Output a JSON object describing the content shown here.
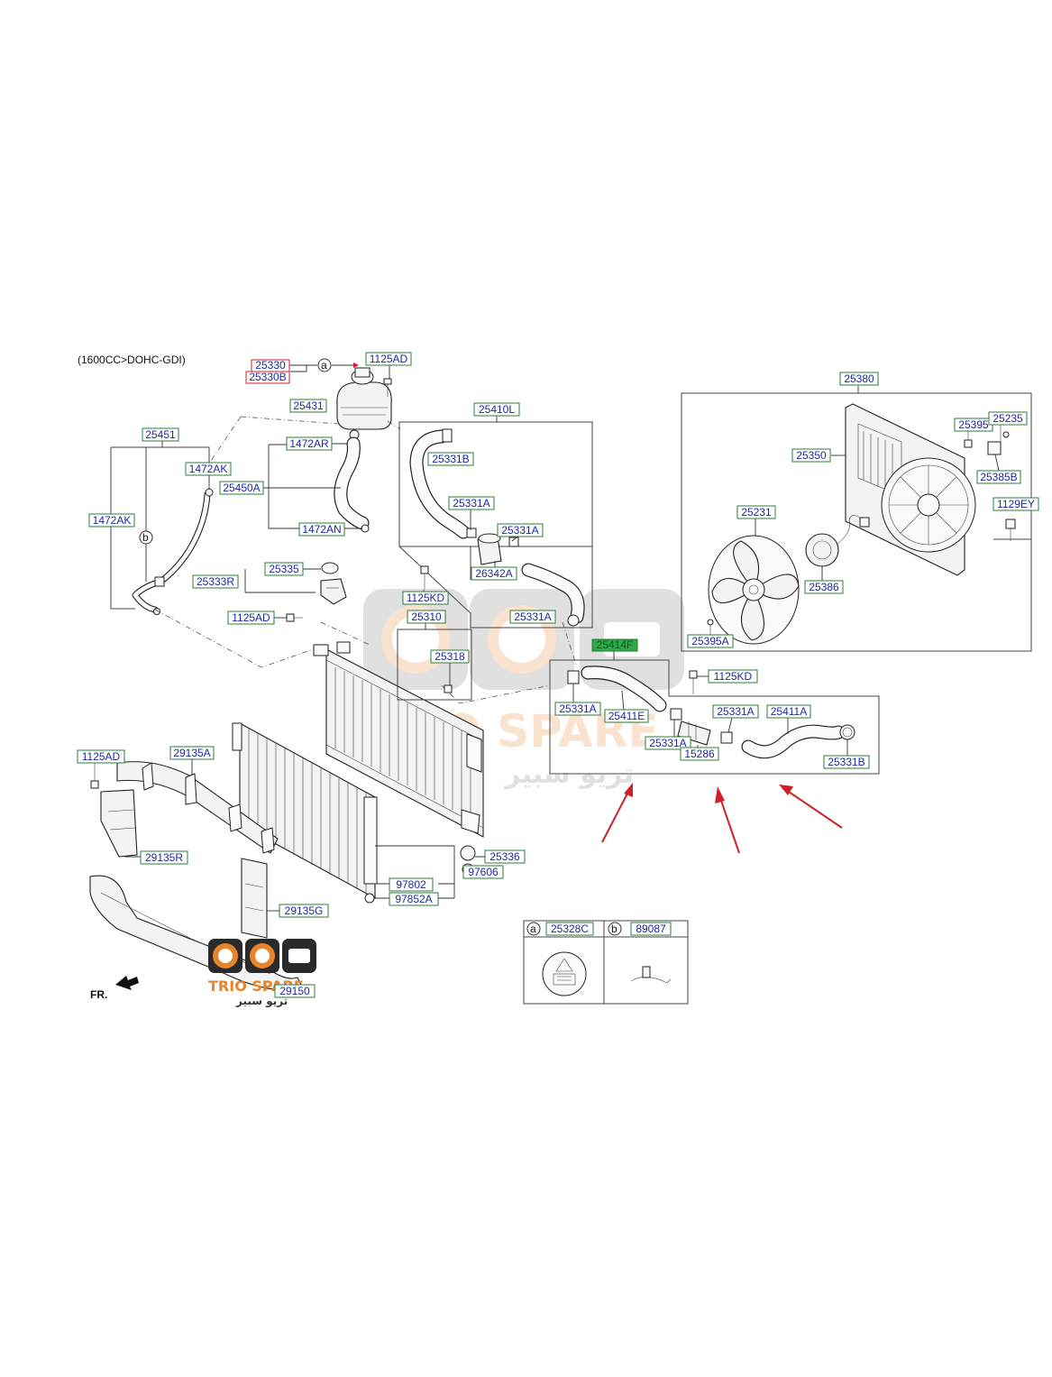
{
  "diagram_title": "(1600CC>DOHC-GDI)",
  "direction_label": "FR.",
  "callouts": {
    "a": "a",
    "b": "b"
  },
  "labels": {
    "p25330": "25330",
    "p25330B": "25330B",
    "p1125AD_top": "1125AD",
    "p25431": "25431",
    "p25451": "25451",
    "p1472AK_a": "1472AK",
    "p1472AK_b": "1472AK",
    "p1472AR": "1472AR",
    "p25450A": "25450A",
    "p1472AN": "1472AN",
    "p25335": "25335",
    "p25333R": "25333R",
    "p1125AD_mid": "1125AD",
    "p25410L": "25410L",
    "p25331B_a": "25331B",
    "p25331A_a": "25331A",
    "p25331A_b": "25331A",
    "p26342A": "26342A",
    "p1125KD_a": "1125KD",
    "p25331A_c": "25331A",
    "p25310": "25310",
    "p25318": "25318",
    "p25380": "25380",
    "p25395": "25395",
    "p25235": "25235",
    "p25350": "25350",
    "p25385B": "25385B",
    "p1129EY": "1129EY",
    "p25231": "25231",
    "p25386": "25386",
    "p25395A": "25395A",
    "p25414": "25414F",
    "p1125KD_b": "1125KD",
    "p25331A_d": "25331A",
    "p25411E": "25411E",
    "p25331A_e": "25331A",
    "p25411A": "25411A",
    "p25331A_f": "25331A",
    "p15286": "15286",
    "p25331B_b": "25331B",
    "p1125AD_left": "1125AD",
    "p29135A": "29135A",
    "p29135R": "29135R",
    "p25336": "25336",
    "p97606": "97606",
    "p97802": "97802",
    "p97852A": "97852A",
    "p29135G": "29135G",
    "p29150": "29150",
    "p25328C": "25328C",
    "p89087": "89087"
  },
  "watermark": {
    "brand": "TRIO SPARE",
    "arabic": "تريو سبير"
  },
  "logo_stamp": {
    "brand": "TRIO SPARE",
    "arabic": "تريو سبير"
  },
  "colors": {
    "label_text": "#1c2aa3",
    "label_border": "#2f7d3a",
    "highlight": "#2fa84a",
    "arrow": "#d0202a",
    "logo_orange": "#e8842a"
  }
}
